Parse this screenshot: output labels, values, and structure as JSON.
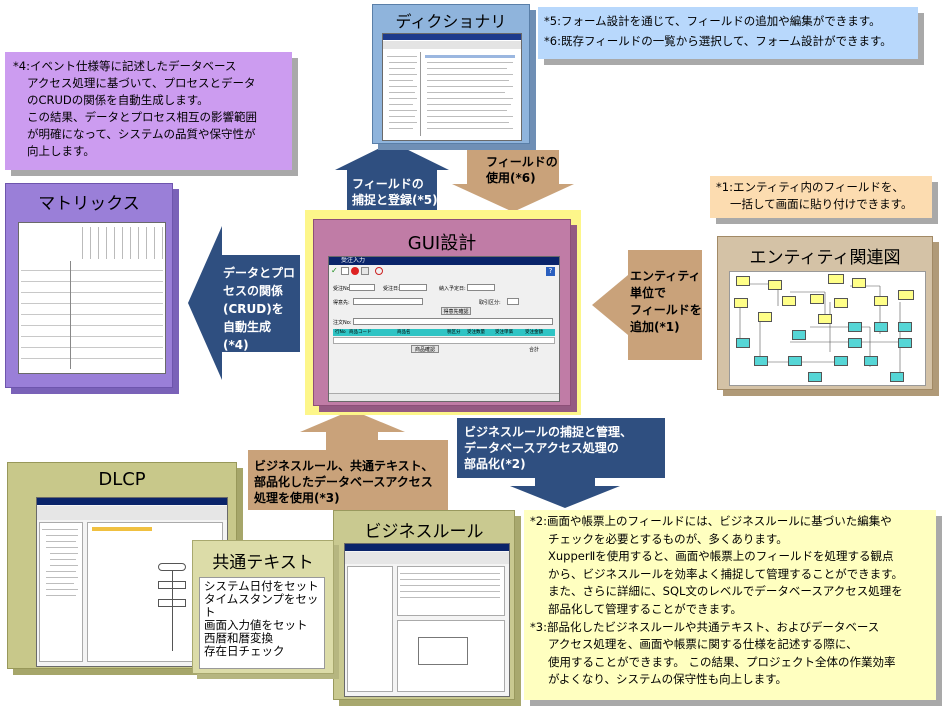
{
  "panels": {
    "dictionary": "ディクショナリ",
    "matrix": "マトリックス",
    "gui": "GUI設計",
    "entity": "エンティティ関連図",
    "dlcp": "DLCP",
    "common_text": "共通テキスト",
    "business_rule": "ビジネスルール"
  },
  "notes": {
    "note4": [
      "*4:イベント仕様等に記述したデータベース",
      "アクセス処理に基づいて、プロセスとデータ",
      "のCRUDの関係を自動生成します。",
      "この結果、データとプロセス相互の影響範囲",
      "が明確になって、システムの品質や保守性が",
      "向上します。"
    ],
    "note56": [
      "*5:フォーム設計を通じて、フィールドの追加や編集ができます。",
      "*6:既存フィールドの一覧から選択して、フォーム設計ができます。"
    ],
    "note1": [
      "*1:エンティティ内のフィールドを、",
      "一括して画面に貼り付けできます。"
    ],
    "note23": [
      "*2:画面や帳票上のフィールドには、ビジネスルールに基づいた編集や",
      "チェックを必要とするものが、多くあります。",
      "XupperⅡを使用すると、画面や帳票上のフィールドを処理する観点",
      "から、ビジネスルールを効率よく捕捉して管理することができます。",
      "また、さらに詳細に、SQL文のレベルでデータベースアクセス処理を",
      "部品化して管理することができます。",
      "*3:部品化したビジネスルールや共通テキスト、およびデータベース",
      "アクセス処理を、画面や帳票に関する仕様を記述する際に、",
      "使用することができます。 この結果、プロジェクト全体の作業効率",
      "がよくなり、システムの保守性も向上します。"
    ]
  },
  "arrows": {
    "a5": [
      "フィールドの",
      "捕捉と登録(*5)"
    ],
    "a6": [
      "フィールドの",
      "使用(*6)"
    ],
    "a4": [
      "データとプロ",
      "セスの関係",
      "(CRUD)を",
      "自動生成",
      "(*4)"
    ],
    "a1": [
      "エンティティ",
      "単位で",
      "フィールドを",
      "追加(*1)"
    ],
    "a3": [
      "ビジネスルール、共通テキスト、",
      "部品化したデータベースアクセス",
      "処理を使用(*3)"
    ],
    "a2": [
      "ビジネスルールの捕捉と管理、",
      "データベースアクセス処理の",
      "部品化(*2)"
    ]
  },
  "common_text_items": [
    "システム日付をセット",
    "タイムスタンプをセット",
    "画面入力値をセット",
    "西暦和暦変換",
    "存在日チェック"
  ],
  "gui_form": {
    "title": "受注入力",
    "labels": [
      "受注No:",
      "受注日:",
      "納入予定日:",
      "得意先:",
      "取引区分:",
      "得意先確認",
      "注文No:",
      "行No",
      "商品コード",
      "商品名",
      "税区分",
      "受注数量",
      "受注単価",
      "受注金額",
      "商品確認",
      "合計"
    ]
  },
  "colors": {
    "dictionary_bg": "#8fb4dc",
    "matrix_bg": "#9a7fd8",
    "gui_bg": "#c07ca6",
    "entity_bg": "#d4c2a6",
    "dlcp_bg": "#c8c88a",
    "common_bg": "#dcdca8",
    "business_bg": "#c9c990",
    "note_yellow": "#ffffc0",
    "note_purple": "#cc9cf0",
    "note_blue": "#b8d8fc",
    "note_peach": "#fcdcb0",
    "arrow_blue": "#2f4f80",
    "arrow_tan": "#c9a27a"
  }
}
